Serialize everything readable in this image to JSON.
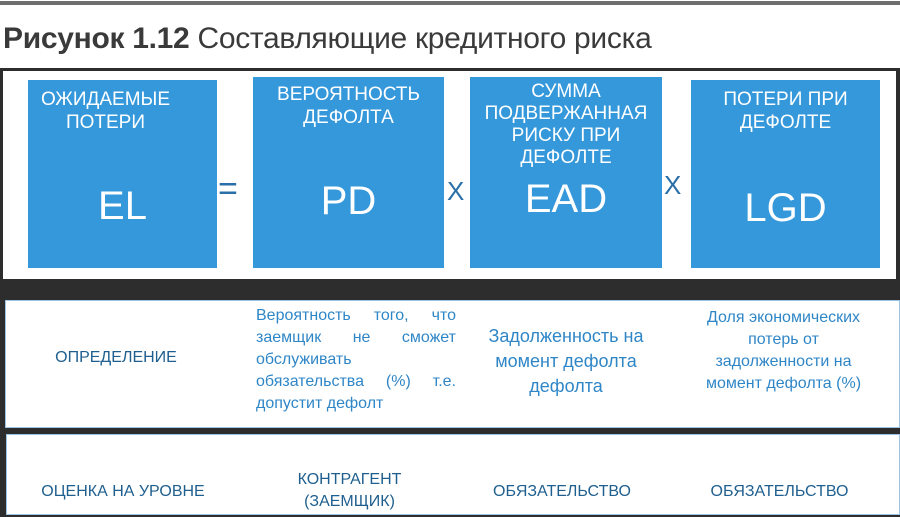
{
  "title": {
    "prefix": "Рисунок 1.12",
    "text": "Составляющие кредитного риска"
  },
  "formula": {
    "boxes": [
      {
        "label": "ОЖИДАЕМЫЕ ПОТЕРИ",
        "abbr": "EL"
      },
      {
        "label": "ВЕРОЯТНОСТЬ ДЕФОЛТА",
        "abbr": "PD"
      },
      {
        "label": "СУММА ПОДВЕРЖАННАЯ РИСКУ ПРИ ДЕФОЛТЕ",
        "abbr": "EAD"
      },
      {
        "label": "ПОТЕРИ ПРИ ДЕФОЛТЕ",
        "abbr": "LGD"
      }
    ],
    "operators": [
      "=",
      "X",
      "X"
    ]
  },
  "definition_row": {
    "header": "ОПРЕДЕЛЕНИЕ",
    "cells": [
      "Вероятность того, что заемщик не сможет обслуживать обязательства (%) т.е. допустит дефолт",
      "Задолженность на момент дефолта дефолта",
      "Доля экономических потерь от задолженности на момент дефолта (%)"
    ]
  },
  "level_row": {
    "header": "ОЦЕНКА  НА УРОВНЕ",
    "cells": [
      "КОНТРАГЕНТ (ЗАЕМЩИК)",
      "ОБЯЗАТЕЛЬСТВО",
      "ОБЯЗАТЕЛЬСТВО"
    ]
  },
  "colors": {
    "box": "#3598db",
    "text_blue": "#2f86c7",
    "text_dark": "#1f5f8f",
    "frame": "#2d2d2d"
  }
}
